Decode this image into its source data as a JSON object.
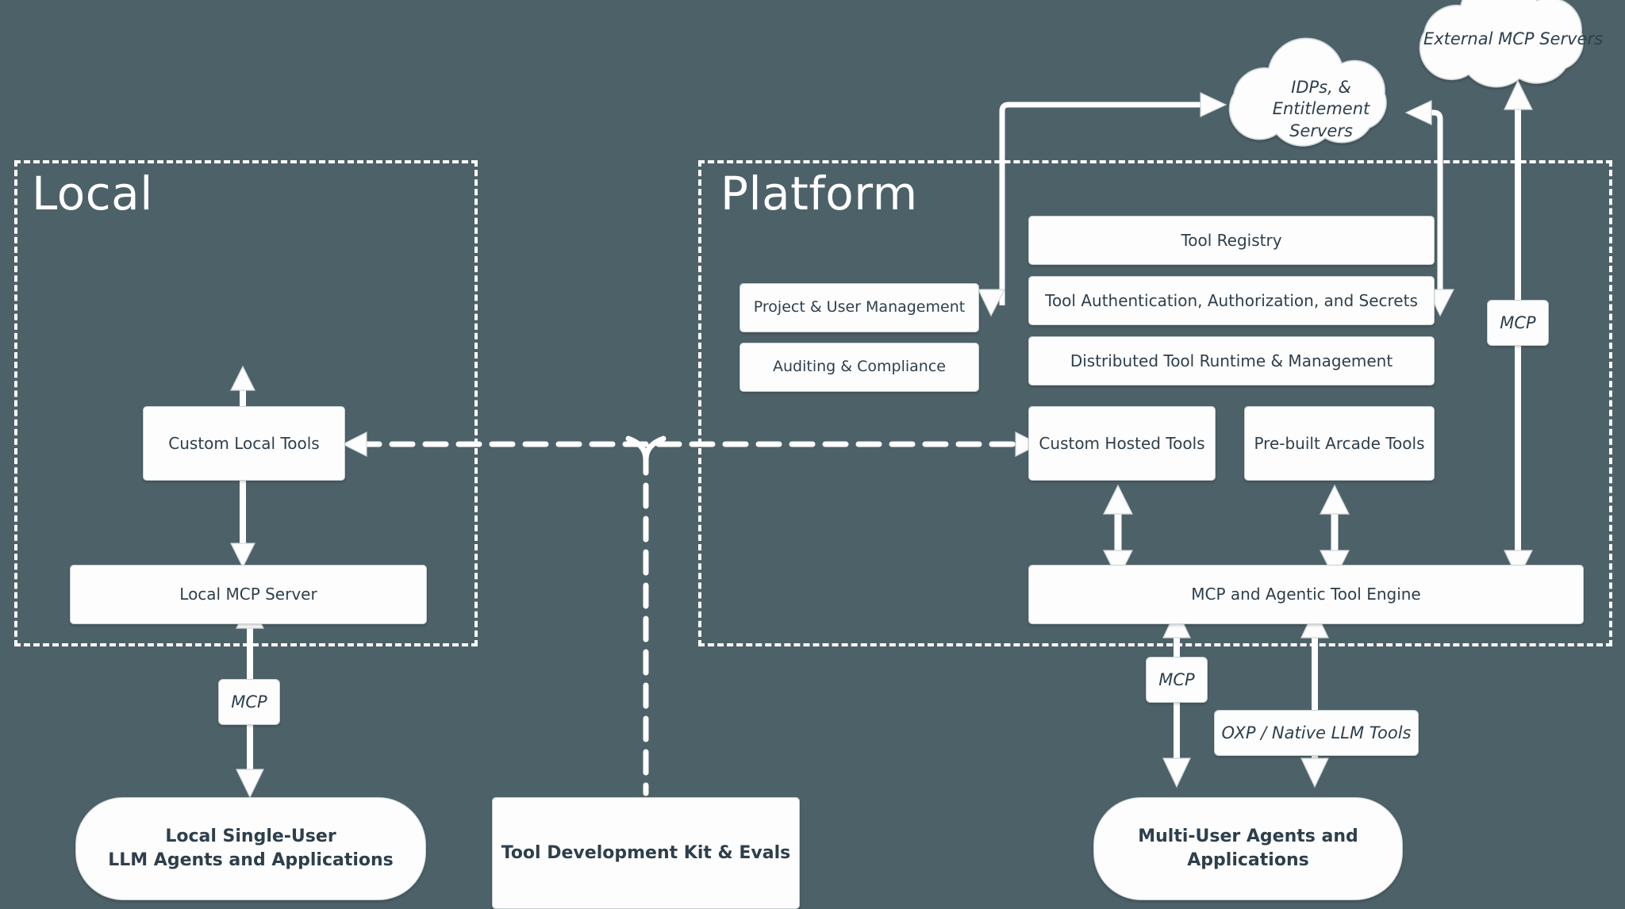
{
  "diagram": {
    "title": "Arcade Tool Platform Architecture",
    "background_color": "#4d6168",
    "node_fill": "#fdfdfd",
    "text_color": "#2e3f4c",
    "line_color": "#ffffff"
  },
  "zones": [
    {
      "id": "local",
      "label": "Local"
    },
    {
      "id": "platform",
      "label": "Platform"
    }
  ],
  "clouds": [
    {
      "id": "external-mcp-servers",
      "label": "External MCP Servers"
    },
    {
      "id": "idps-entitlement-servers",
      "label": "IDPs, & Entitlement Servers"
    }
  ],
  "local_nodes": [
    {
      "id": "custom-local-tools",
      "label": "Custom Local Tools"
    },
    {
      "id": "local-mcp-server",
      "label": "Local MCP Server"
    }
  ],
  "platform_nodes": [
    {
      "id": "project-user-management",
      "label": "Project & User Management"
    },
    {
      "id": "auditing-compliance",
      "label": "Auditing & Compliance"
    },
    {
      "id": "tool-registry",
      "label": "Tool Registry"
    },
    {
      "id": "tool-auth",
      "label": "Tool Authentication, Authorization, and Secrets"
    },
    {
      "id": "distributed-tool-runtime",
      "label": "Distributed Tool Runtime & Management"
    },
    {
      "id": "custom-hosted-tools",
      "label": "Custom Hosted Tools"
    },
    {
      "id": "prebuilt-arcade-tools",
      "label": "Pre-built Arcade Tools"
    },
    {
      "id": "mcp-agentic-tool-engine",
      "label": "MCP and Agentic Tool Engine"
    }
  ],
  "consumers": [
    {
      "id": "local-agents",
      "label": "Local Single-User\nLLM Agents and Applications"
    },
    {
      "id": "tool-dev-kit",
      "label": "Tool Development Kit & Evals"
    },
    {
      "id": "multi-user-agents",
      "label": "Multi-User Agents and\nApplications"
    }
  ],
  "edge_labels": [
    {
      "id": "mcp-local",
      "label": "MCP"
    },
    {
      "id": "mcp-platform",
      "label": "MCP"
    },
    {
      "id": "mcp-external",
      "label": "MCP"
    },
    {
      "id": "oxp-native-llm-tools",
      "label": "OXP / Native LLM Tools"
    }
  ]
}
